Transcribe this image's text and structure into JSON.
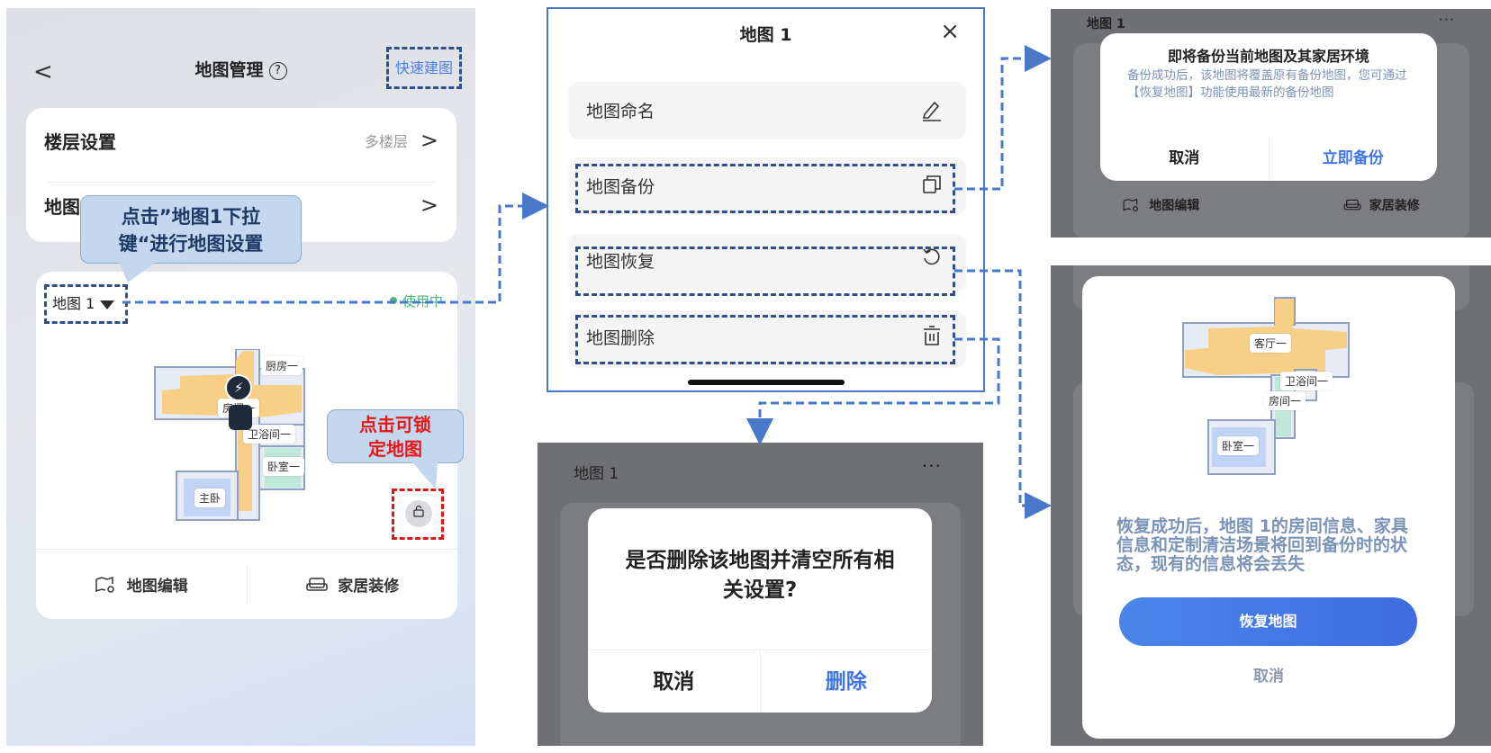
{
  "colors": {
    "accent_blue": "#4f7be0",
    "annotation_dash": "#2f4e8c",
    "annotation_red": "#d81818",
    "in_use_green": "#49b37a",
    "callout_fill": "#c3d8ee",
    "overlay_gray": "#6f7073"
  },
  "map_management": {
    "title": "地图管理",
    "help_icon": "?",
    "back_icon": "<",
    "quick_build": "快速建图",
    "rows": [
      {
        "label": "楼层设置",
        "value": "多楼层"
      },
      {
        "label": "地图",
        "value": ""
      }
    ],
    "chevron": ">",
    "map_selector": "地图 1",
    "status": "使用中",
    "rooms": [
      "厨房一",
      "房间一",
      "卫浴间一",
      "卧室一",
      "主卧"
    ],
    "lock_icon": "🔓",
    "tools": [
      {
        "label": "地图编辑",
        "icon": "map-edit-icon"
      },
      {
        "label": "家居装修",
        "icon": "sofa-icon"
      }
    ],
    "callout_map_dropdown": "点击”地图1下拉键“进行地图设置",
    "callout_map_dropdown_lines": [
      "点击”地图1下拉",
      "键“进行地图设置"
    ],
    "callout_lock_lines": [
      "点击可锁",
      "定地图"
    ]
  },
  "map_sheet": {
    "title": "地图 1",
    "close_icon": "×",
    "options": [
      {
        "label": "地图命名",
        "icon": "edit-icon"
      },
      {
        "label": "地图备份",
        "icon": "copy-icon"
      },
      {
        "label": "地图恢复",
        "icon": "restore-icon"
      },
      {
        "label": "地图删除",
        "icon": "trash-icon"
      }
    ]
  },
  "backup_dialog": {
    "bg_title": "地图 1",
    "bg_more": "···",
    "title": "即将备份当前地图及其家居环境",
    "body": "备份成功后，该地图将覆盖原有备份地图，您可通过【恢复地图】功能使用最新的备份地图",
    "cancel": "取消",
    "confirm": "立即备份",
    "bg_tools": [
      "地图编辑",
      "家居装修"
    ]
  },
  "delete_dialog": {
    "bg_title": "地图 1",
    "bg_more": "···",
    "title": "是否删除该地图并清空所有相关设置?",
    "cancel": "取消",
    "confirm": "删除"
  },
  "restore_dialog": {
    "rooms": [
      "客厅一",
      "卫浴间一",
      "房间一",
      "卧室一"
    ],
    "body": "恢复成功后，地图 1的房间信息、家具信息和定制清洁场景将回到备份时的状态，现有的信息将会丢失",
    "confirm": "恢复地图",
    "cancel": "取消"
  }
}
